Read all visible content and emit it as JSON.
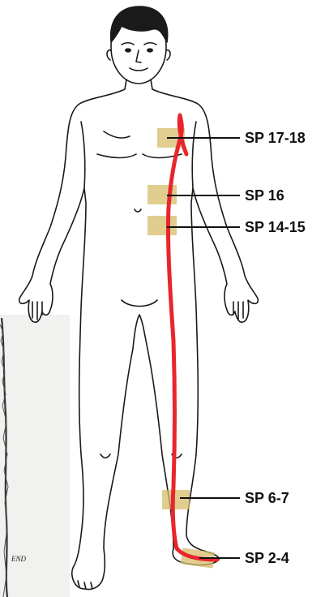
{
  "diagram": {
    "points": [
      {
        "id": "sp-17-18",
        "label": "SP 17-18"
      },
      {
        "id": "sp-16",
        "label": "SP 16"
      },
      {
        "id": "sp-14-15",
        "label": "SP 14-15"
      },
      {
        "id": "sp-6-7",
        "label": "SP 6-7"
      },
      {
        "id": "sp-2-4",
        "label": "SP 2-4"
      }
    ],
    "colors": {
      "meridian": "#e8262b",
      "marker": "#d6bc6a",
      "outline": "#1a1a1a",
      "leader": "#111111"
    }
  },
  "scan_inset": {
    "text": "END"
  }
}
